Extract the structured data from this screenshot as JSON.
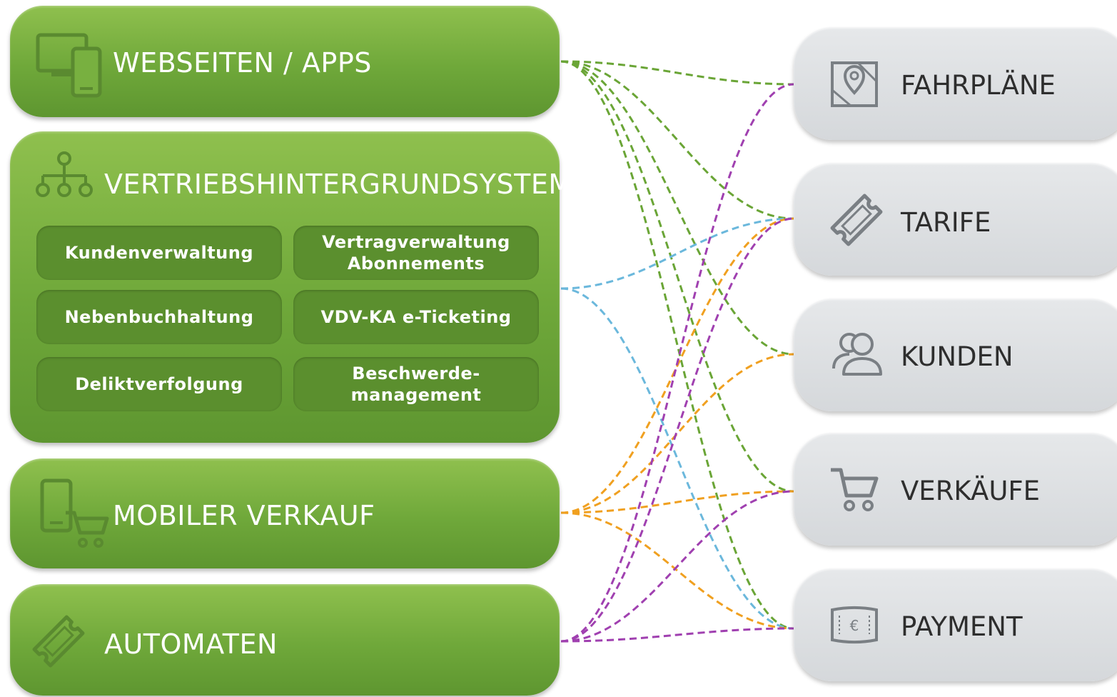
{
  "sources": {
    "web": {
      "title": "WEBSEITEN / APPS",
      "icon": "devices-icon"
    },
    "backend": {
      "title": "VERTRIEBSHINTERGRUNDSYSTEM",
      "icon": "hierarchy-icon",
      "modules": [
        "Kundenverwaltung",
        "Vertragverwaltung\nAbonnements",
        "Nebenbuchhaltung",
        "VDV-KA e-Ticketing",
        "Deliktverfolgung",
        "Beschwerde-\nmanagement"
      ]
    },
    "mobile": {
      "title": "MOBILER VERKAUF",
      "icon": "mobile-cart-icon"
    },
    "machines": {
      "title": "AUTOMATEN",
      "icon": "ticket-icon"
    }
  },
  "targets": [
    {
      "title": "FAHRPLÄNE",
      "icon": "map-pin-icon"
    },
    {
      "title": "TARIFE",
      "icon": "ticket-icon"
    },
    {
      "title": "KUNDEN",
      "icon": "users-icon"
    },
    {
      "title": "VERKÄUFE",
      "icon": "cart-icon"
    },
    {
      "title": "PAYMENT",
      "icon": "euro-bill-icon"
    }
  ],
  "colors": {
    "green_box": "#78b040",
    "module": "#5b8f2e",
    "gray_box": "#dcdfe2",
    "link_web": "#6aa536",
    "link_backend": "#6bb8dc",
    "link_mobile": "#f0a020",
    "link_machines": "#a040b0"
  },
  "links": [
    {
      "from": "web",
      "to": [
        "FAHRPLÄNE",
        "TARIFE",
        "KUNDEN",
        "VERKÄUFE",
        "PAYMENT"
      ],
      "color": "#6aa536"
    },
    {
      "from": "backend",
      "to": [
        "TARIFE",
        "PAYMENT"
      ],
      "color": "#6bb8dc"
    },
    {
      "from": "mobile",
      "to": [
        "TARIFE",
        "KUNDEN",
        "VERKÄUFE",
        "PAYMENT"
      ],
      "color": "#f0a020"
    },
    {
      "from": "machines",
      "to": [
        "FAHRPLÄNE",
        "TARIFE",
        "VERKÄUFE",
        "PAYMENT"
      ],
      "color": "#a040b0"
    }
  ]
}
